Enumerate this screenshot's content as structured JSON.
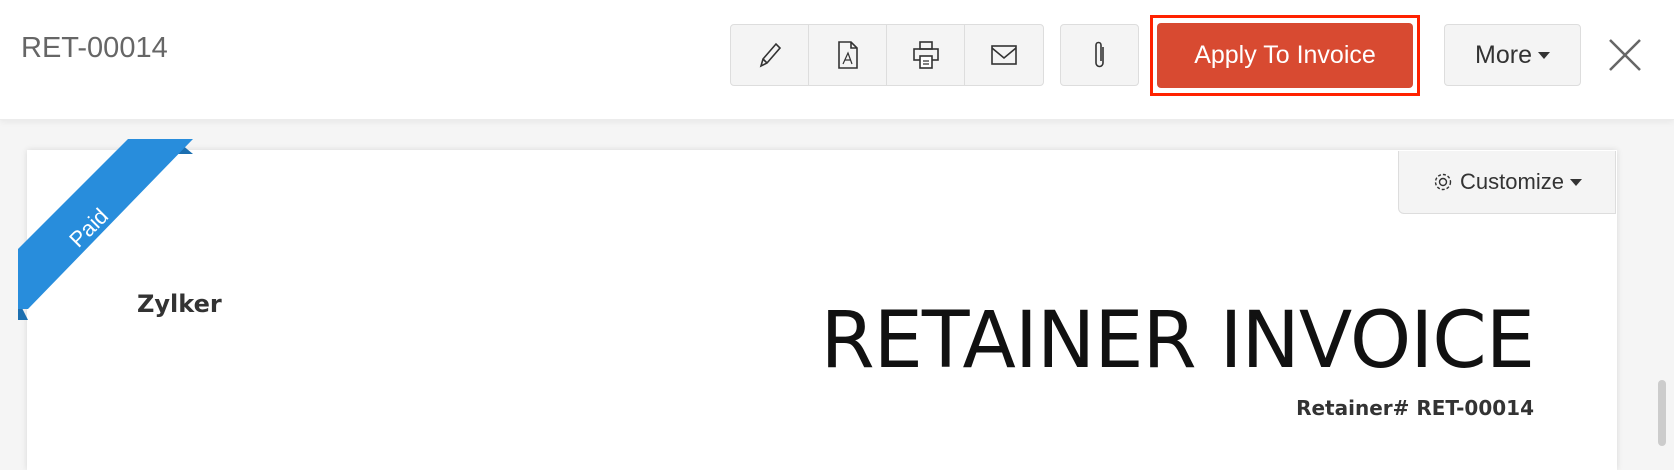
{
  "header": {
    "title": "RET-00014",
    "toolbar": {
      "icons": [
        "pencil-icon",
        "pdf-icon",
        "printer-icon",
        "mail-icon",
        "paperclip-icon"
      ],
      "apply_label": "Apply To Invoice",
      "more_label": "More",
      "close_icon": "close-icon"
    }
  },
  "document": {
    "status_ribbon": "Paid",
    "customize_label": "Customize",
    "company": "Zylker",
    "doc_title": "RETAINER INVOICE",
    "retainer_number": "Retainer# RET-00014"
  },
  "colors": {
    "accent": "#d84a31",
    "ribbon": "#288ddc",
    "highlight": "#ff2200"
  }
}
